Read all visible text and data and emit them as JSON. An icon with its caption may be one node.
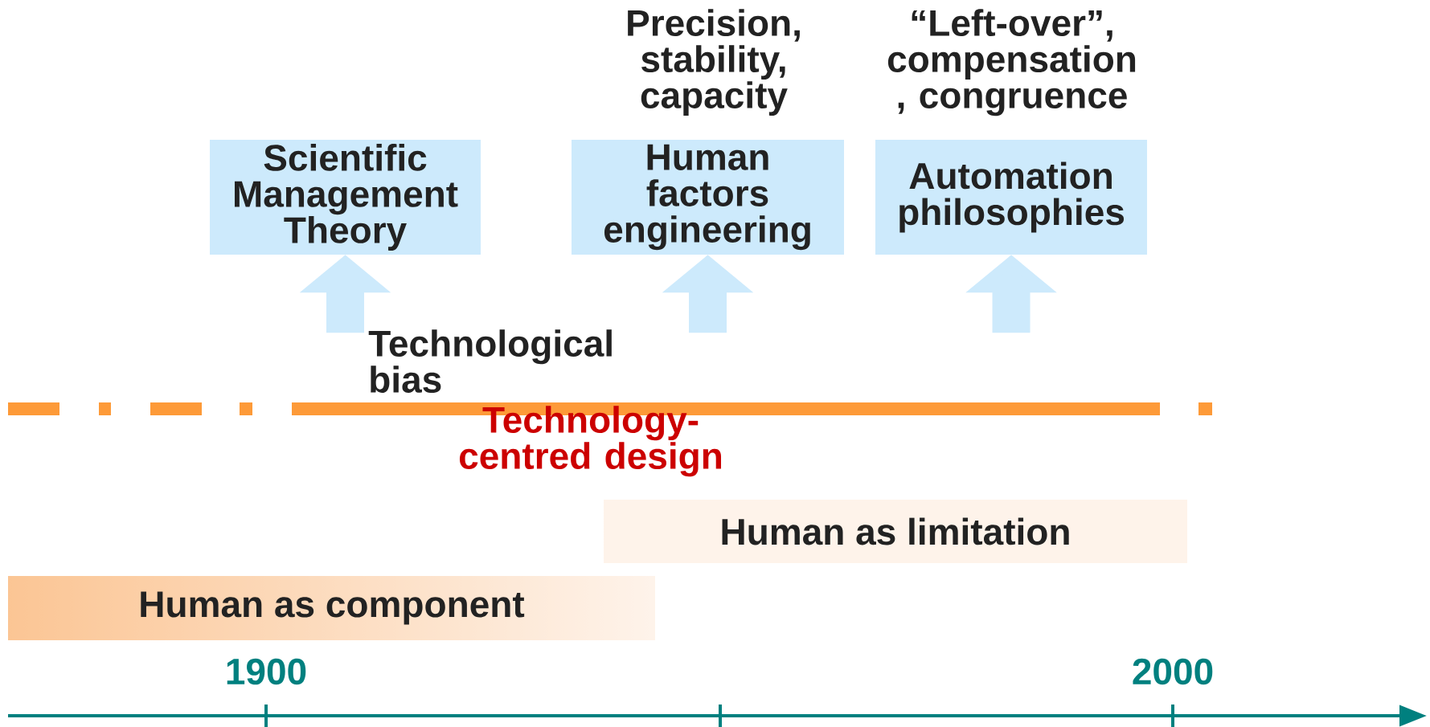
{
  "diagram": {
    "nodes": [
      {
        "text": [
          "Scientific Management Theory"
        ]
      },
      {
        "text": [
          "Human factors engineering"
        ],
        "beside": [
          "Precision, stability, capacity"
        ]
      },
      {
        "text": [
          "Automation philosophies"
        ],
        "beside": [
          "“Left-over”, compensation , congruence"
        ]
      },
      {
        "text": [
          "Human as limitation"
        ]
      },
      {
        "text": [
          "Human as component"
        ]
      }
    ],
    "edges": [
      {
        "from": null,
        "to": 0,
        "arrow": "to"
      },
      {
        "from": null,
        "to": 1,
        "arrow": "to"
      },
      {
        "from": null,
        "to": 2,
        "arrow": "to"
      }
    ],
    "labels": [
      "Technological bias",
      "Technology-centred design",
      "1900",
      "2000"
    ]
  }
}
